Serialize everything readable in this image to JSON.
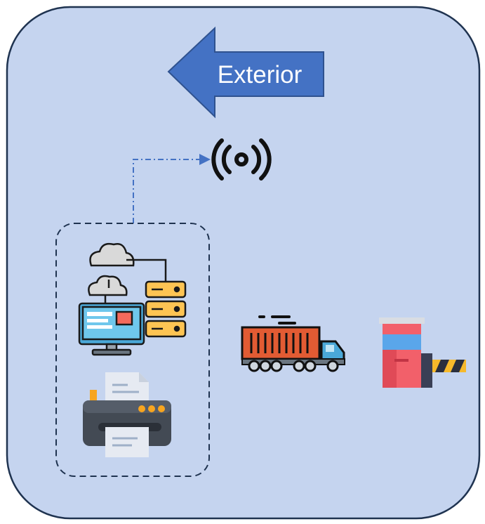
{
  "diagram": {
    "background_color": "#c5d4ef",
    "border_color": "#1f3350",
    "arrow": {
      "label": "Exterior",
      "direction": "left",
      "color": "#4472c4"
    },
    "connector": {
      "style": "dash-dot",
      "color": "#4472c4",
      "from": "server-group",
      "to": "wireless-signal-icon"
    },
    "group": {
      "style": "dashed",
      "members": [
        "cloud-server-icon",
        "printer-icon"
      ]
    },
    "icons": [
      "wireless-signal-icon",
      "cloud-server-icon",
      "printer-icon",
      "container-truck-icon",
      "barrier-gate-icon"
    ]
  }
}
